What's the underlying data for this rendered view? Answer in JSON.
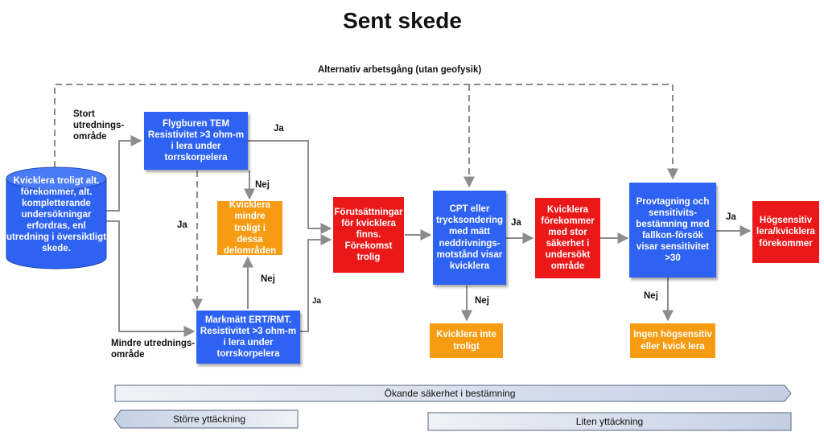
{
  "title": "Sent skede",
  "alt_path_label": "Alternativ arbetsgång (utan geofysik)",
  "nodes": {
    "start": "Kvicklera troligt alt. förekommer, alt. kompletterande undersökningar erfordras, enl utredning i översiktligt skede.",
    "tem": "Flygburen TEM Resistivitet >3 ohm-m i lera under torrskorpelera",
    "mindre_troligt": "Kvicklera mindre troligt i dessa delområden",
    "ert": "Markmätt ERT/RMT. Resistivitet >3 ohm-m i lera under torrskorpelera",
    "forutsattningar": "Förutsättningar för kvicklera finns. Förekomst trolig",
    "cpt": "CPT eller trycksondering med mätt neddrivnings-motstånd visar kvicklera",
    "inte_troligt": "Kvicklera inte troligt",
    "forekommer": "Kvicklera förekommer med stor säkerhet i undersökt område",
    "provtagning": "Provtagning och sensitivits-bestämning med fallkon-försök visar sensitivitet >30",
    "ingen": "Ingen högsensitiv eller kvick lera",
    "hogsensitiv": "Högsensitiv lera/kvicklera förekommer"
  },
  "labels": {
    "stort": "Stort utrednings-område",
    "mindre": "Mindre utrednings-område",
    "ja": "Ja",
    "nej": "Nej"
  },
  "bands": {
    "okande": "Ökande säkerhet i bestämning",
    "storre": "Större yttäckning",
    "liten": "Liten yttäckning"
  },
  "colors": {
    "blue": "#2d62f2",
    "orange": "#f79c12",
    "red": "#ea1818",
    "connector": "#8c8c8c"
  }
}
